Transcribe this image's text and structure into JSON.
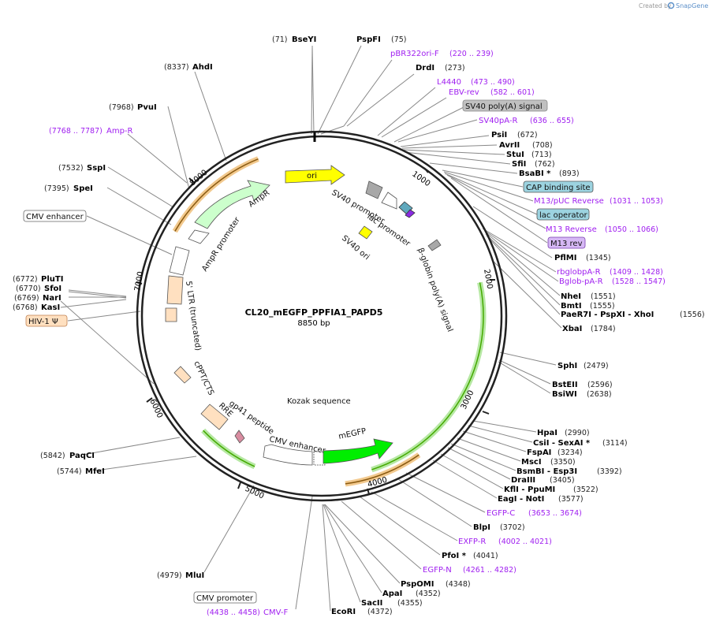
{
  "branding": {
    "created_by": "Created by",
    "product": "SnapGene"
  },
  "plasmid": {
    "name": "CL20_mEGFP_PPFIA1_PAPD5",
    "length": "8850 bp"
  },
  "ticks": [
    "1000",
    "2000",
    "3000",
    "4000",
    "5000",
    "6000",
    "7000",
    "8000"
  ],
  "colors": {
    "ori": "#ffff00",
    "ampr": "#ccffcc",
    "egfp": "#00ee00",
    "ltr": "#ffe0c0",
    "primer": "#a020f0",
    "highlight": "#b6e8a3",
    "orange": "#e8a040"
  },
  "features": [
    "ori",
    "AmpR",
    "AmpR promoter",
    "SV40 promoter",
    "lac promoter",
    "SV40 ori",
    "β-globin poly(A) signal",
    "5' LTR (truncated)",
    "cPPT/CTS",
    "RRE",
    "gp41 peptide",
    "CMV enhancer",
    "Kozak sequence",
    "mEGFP"
  ],
  "sites_right": [
    {
      "name": "PsiI",
      "pos": "(672)"
    },
    {
      "name": "AvrII",
      "pos": "(708)"
    },
    {
      "name": "StuI",
      "pos": "(713)"
    },
    {
      "name": "SfiI",
      "pos": "(762)"
    },
    {
      "name": "BsaBI *",
      "pos": "(893)"
    },
    {
      "name": "PflMI",
      "pos": "(1345)"
    },
    {
      "name": "NheI",
      "pos": "(1551)"
    },
    {
      "name": "BmtI",
      "pos": "(1555)"
    },
    {
      "name": "PaeR7I  - PspXI  - XhoI",
      "pos": "(1556)"
    },
    {
      "name": "XbaI",
      "pos": "(1784)"
    },
    {
      "name": "SphI",
      "pos": "(2479)"
    },
    {
      "name": "BstEII",
      "pos": "(2596)"
    },
    {
      "name": "BsiWI",
      "pos": "(2638)"
    },
    {
      "name": "HpaI",
      "pos": "(2990)"
    },
    {
      "name": "CsiI  - SexAI *",
      "pos": "(3114)"
    },
    {
      "name": "FspAI",
      "pos": "(3234)"
    },
    {
      "name": "MscI",
      "pos": "(3350)"
    },
    {
      "name": "BsmBI  - Esp3I",
      "pos": "(3392)"
    },
    {
      "name": "DraIII",
      "pos": "(3405)"
    },
    {
      "name": "KflI  - PpuMI",
      "pos": "(3522)"
    },
    {
      "name": "EagI  - NotI",
      "pos": "(3577)"
    },
    {
      "name": "BlpI",
      "pos": "(3702)"
    },
    {
      "name": "PfoI *",
      "pos": "(4041)"
    },
    {
      "name": "PspOMI",
      "pos": "(4348)"
    },
    {
      "name": "ApaI",
      "pos": "(4352)"
    },
    {
      "name": "SacII",
      "pos": "(4355)"
    },
    {
      "name": "EcoRI",
      "pos": "(4372)"
    }
  ],
  "sites_top": [
    {
      "name": "BseYI",
      "pos": "(71)"
    },
    {
      "name": "PspFI",
      "pos": "(75)"
    },
    {
      "name": "DrdI",
      "pos": "(273)"
    }
  ],
  "sites_left": [
    {
      "name": "AhdI",
      "pos": "(8337)"
    },
    {
      "name": "PvuI",
      "pos": "(7968)"
    },
    {
      "name": "SspI",
      "pos": "(7532)"
    },
    {
      "name": "SpeI",
      "pos": "(7395)"
    },
    {
      "name": "PluTI",
      "pos": "(6772)"
    },
    {
      "name": "SfoI",
      "pos": "(6770)"
    },
    {
      "name": "NarI",
      "pos": "(6769)"
    },
    {
      "name": "KasI",
      "pos": "(6768)"
    },
    {
      "name": "PaqCI",
      "pos": "(5842)"
    },
    {
      "name": "MfeI",
      "pos": "(5744)"
    },
    {
      "name": "MluI",
      "pos": "(4979)"
    }
  ],
  "primers": [
    {
      "name": "pBR322ori-F",
      "range": "(220 .. 239)"
    },
    {
      "name": "L4440",
      "range": "(473 .. 490)"
    },
    {
      "name": "EBV-rev",
      "range": "(582 .. 601)"
    },
    {
      "name": "SV40pA-R",
      "range": "(636 .. 655)"
    },
    {
      "name": "M13/pUC Reverse",
      "range": "(1031 .. 1053)"
    },
    {
      "name": "M13 Reverse",
      "range": "(1050 .. 1066)"
    },
    {
      "name": "rbglobpA-R",
      "range": "(1409 .. 1428)"
    },
    {
      "name": "Bglob-pA-R",
      "range": "(1528 .. 1547)"
    },
    {
      "name": "EGFP-C",
      "range": "(3653 .. 3674)"
    },
    {
      "name": "EXFP-R",
      "range": "(4002 .. 4021)"
    },
    {
      "name": "EGFP-N",
      "range": "(4261 .. 4282)"
    },
    {
      "name": "CMV-F",
      "range": "(4438 .. 4458)"
    },
    {
      "name": "Amp-R",
      "range": "(7768 .. 7787)"
    }
  ],
  "boxed": {
    "sv40_polya": "SV40 poly(A) signal",
    "cap_site": "CAP binding site",
    "lac_operator": "lac operator",
    "m13_rev": "M13 rev",
    "cmv_enhancer": "CMV enhancer",
    "cmv_promoter": "CMV promoter",
    "hiv_psi": "HIV-1 Ψ"
  }
}
